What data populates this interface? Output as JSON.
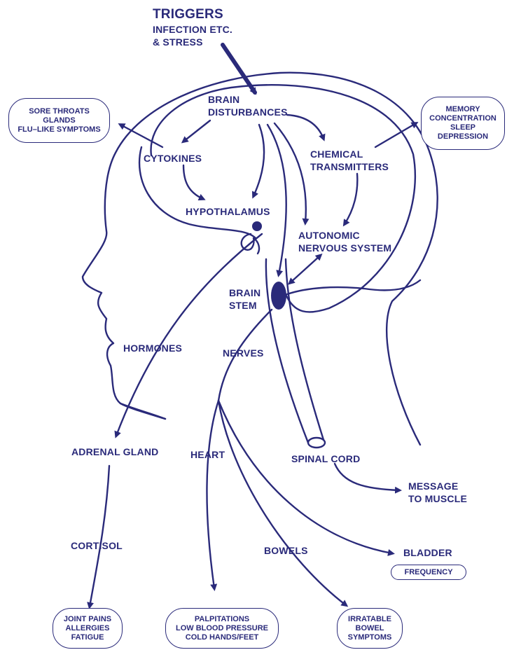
{
  "colors": {
    "ink": "#2a2a7a",
    "background": "#ffffff"
  },
  "triggers": {
    "title": "TRIGGERS",
    "line1": "INFECTION ETC.",
    "line2": "& STRESS"
  },
  "nodes": {
    "brain_disturbances_1": "BRAIN",
    "brain_disturbances_2": "DISTURBANCES",
    "cytokines": "CYTOKINES",
    "chemical_transmitters_1": "CHEMICAL",
    "chemical_transmitters_2": "TRANSMITTERS",
    "hypothalamus": "HYPOTHALAMUS",
    "autonomic_1": "AUTONOMIC",
    "autonomic_2": "NERVOUS SYSTEM",
    "brain_stem_1": "BRAIN",
    "brain_stem_2": "STEM",
    "hormones": "HORMONES",
    "nerves": "NERVES",
    "adrenal_gland": "ADRENAL GLAND",
    "heart": "HEART",
    "spinal_cord": "SPINAL CORD",
    "message_1": "MESSAGE",
    "message_2": "TO MUSCLE",
    "cortisol": "CORTISOL",
    "bowels": "BOWELS",
    "bladder": "BLADDER"
  },
  "boxes": {
    "sore_throats": [
      "SORE THROATS",
      "GLANDS",
      "FLU–LIKE SYMPTOMS"
    ],
    "memory": [
      "MEMORY",
      "CONCENTRATION",
      "SLEEP",
      "DEPRESSION"
    ],
    "frequency": [
      "FREQUENCY"
    ],
    "joint_pains": [
      "JOINT PAINS",
      "ALLERGIES",
      "FATIGUE"
    ],
    "palpitations": [
      "PALPITATIONS",
      "LOW BLOOD PRESSURE",
      "COLD HANDS/FEET"
    ],
    "irratable": [
      "IRRATABLE",
      "BOWEL",
      "SYMPTOMS"
    ]
  }
}
